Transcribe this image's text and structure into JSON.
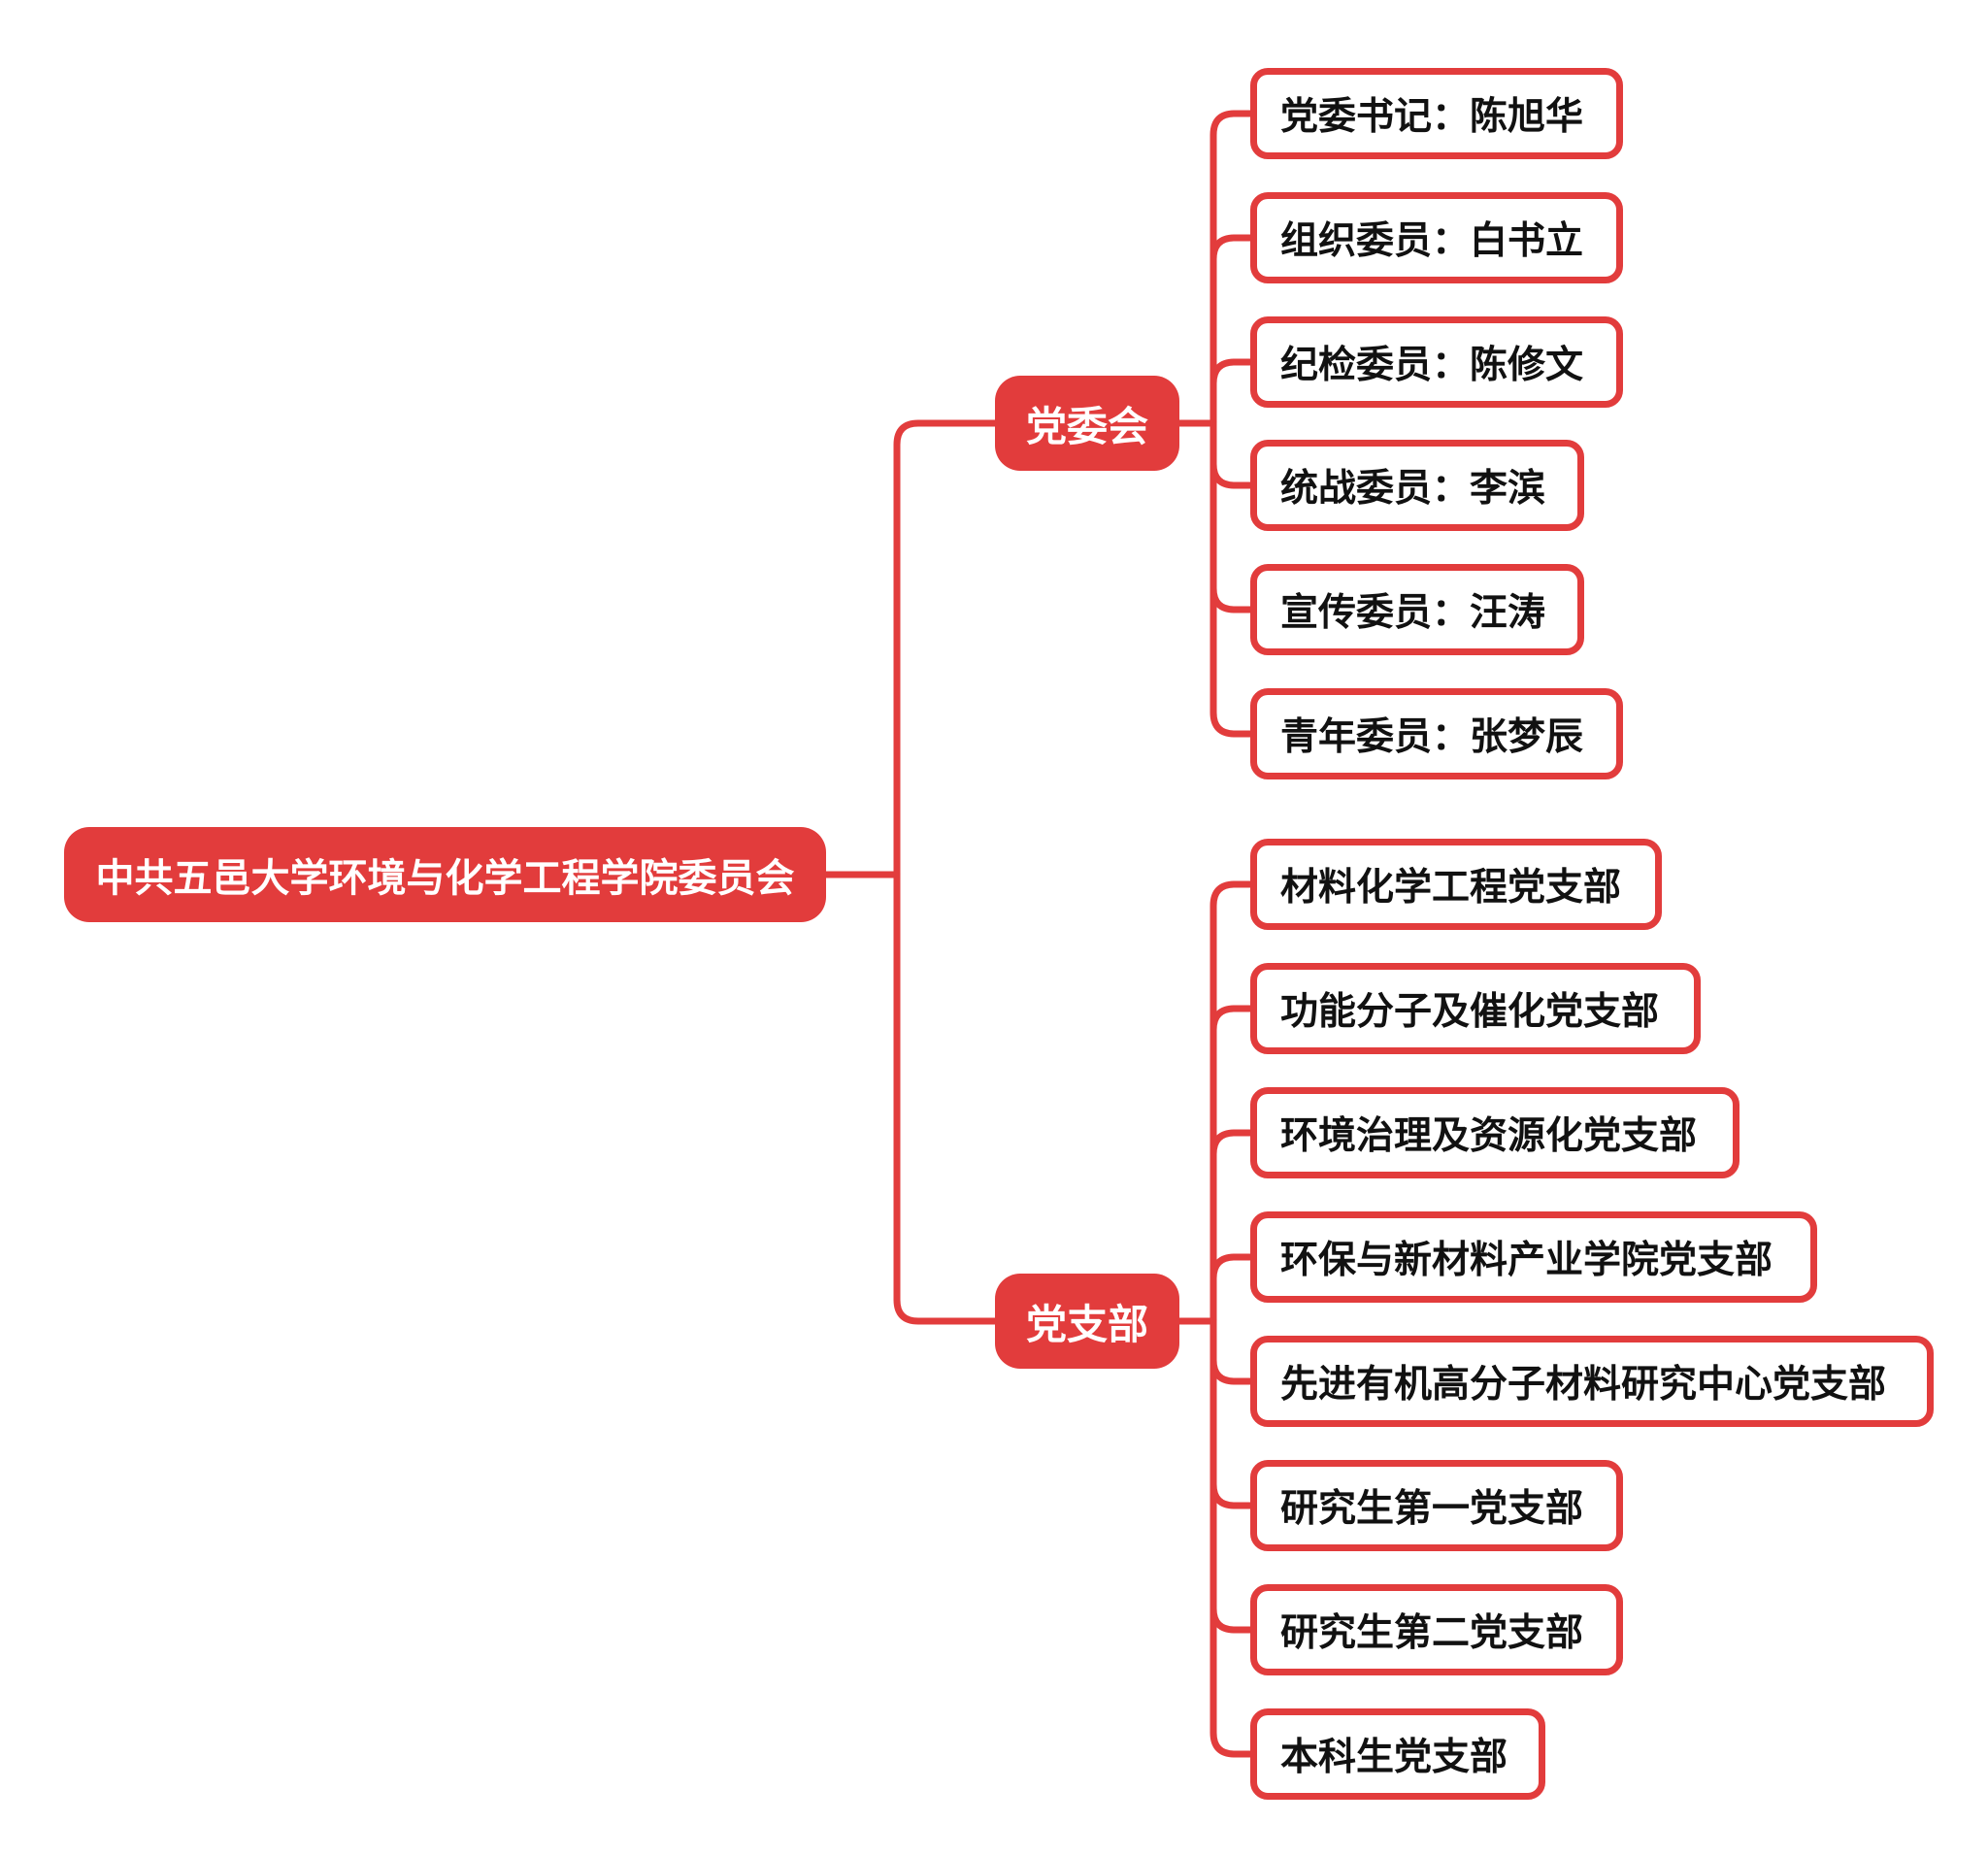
{
  "colors": {
    "accent": "#e23c3c",
    "leaf_text": "#111111",
    "background": "#ffffff"
  },
  "root": {
    "label": "中共五邑大学环境与化学工程学院委员会"
  },
  "branches": [
    {
      "label": "党委会",
      "children": [
        "党委书记：陈旭华",
        "组织委员：白书立",
        "纪检委员：陈修文",
        "统战委员：李滨",
        "宣传委员：汪涛",
        "青年委员：张梦辰"
      ]
    },
    {
      "label": "党支部",
      "children": [
        "材料化学工程党支部",
        "功能分子及催化党支部",
        "环境治理及资源化党支部",
        "环保与新材料产业学院党支部",
        "先进有机高分子材料研究中心党支部",
        "研究生第一党支部",
        "研究生第二党支部",
        "本科生党支部"
      ]
    }
  ]
}
